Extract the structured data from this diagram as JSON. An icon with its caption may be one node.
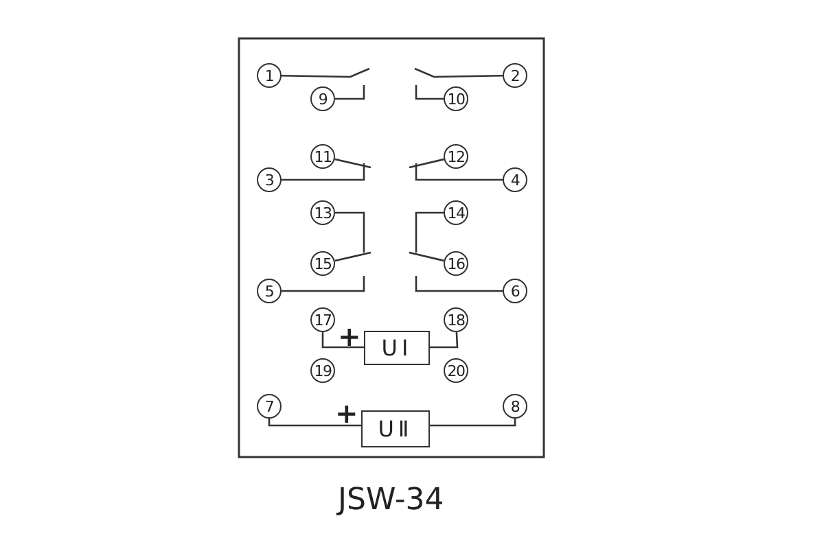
{
  "diagram": {
    "caption": "JSW-34",
    "nodes": [
      {
        "text": [
          "1"
        ]
      },
      {
        "text": [
          "2"
        ]
      },
      {
        "text": [
          "9"
        ]
      },
      {
        "text": [
          "10"
        ]
      },
      {
        "text": [
          "11"
        ]
      },
      {
        "text": [
          "12"
        ]
      },
      {
        "text": [
          "3"
        ]
      },
      {
        "text": [
          "4"
        ]
      },
      {
        "text": [
          "13"
        ]
      },
      {
        "text": [
          "14"
        ]
      },
      {
        "text": [
          "15"
        ]
      },
      {
        "text": [
          "16"
        ]
      },
      {
        "text": [
          "5"
        ]
      },
      {
        "text": [
          "6"
        ]
      },
      {
        "text": [
          "17"
        ]
      },
      {
        "text": [
          "18"
        ]
      },
      {
        "text": [
          "UⅠ"
        ]
      },
      {
        "text": [
          "19"
        ]
      },
      {
        "text": [
          "20"
        ]
      },
      {
        "text": [
          "7"
        ]
      },
      {
        "text": [
          "8"
        ]
      },
      {
        "text": [
          "UⅡ"
        ]
      }
    ],
    "edges": [
      {
        "from": 0,
        "to": null,
        "arrow": "none"
      },
      {
        "from": 2,
        "to": null,
        "arrow": "none"
      },
      {
        "from": 1,
        "to": null,
        "arrow": "none"
      },
      {
        "from": 3,
        "to": null,
        "arrow": "none"
      },
      {
        "from": 4,
        "to": 6,
        "arrow": "none"
      },
      {
        "from": 5,
        "to": 7,
        "arrow": "none"
      },
      {
        "from": 10,
        "to": 8,
        "arrow": "none"
      },
      {
        "from": 12,
        "to": null,
        "arrow": "none"
      },
      {
        "from": 11,
        "to": 9,
        "arrow": "none"
      },
      {
        "from": 13,
        "to": null,
        "arrow": "none"
      },
      {
        "from": 14,
        "to": 16,
        "arrow": "none"
      },
      {
        "from": 16,
        "to": 15,
        "arrow": "none"
      },
      {
        "from": 19,
        "to": 21,
        "arrow": "none"
      },
      {
        "from": 21,
        "to": 20,
        "arrow": "none"
      }
    ],
    "labels": [
      "+",
      "+"
    ]
  }
}
